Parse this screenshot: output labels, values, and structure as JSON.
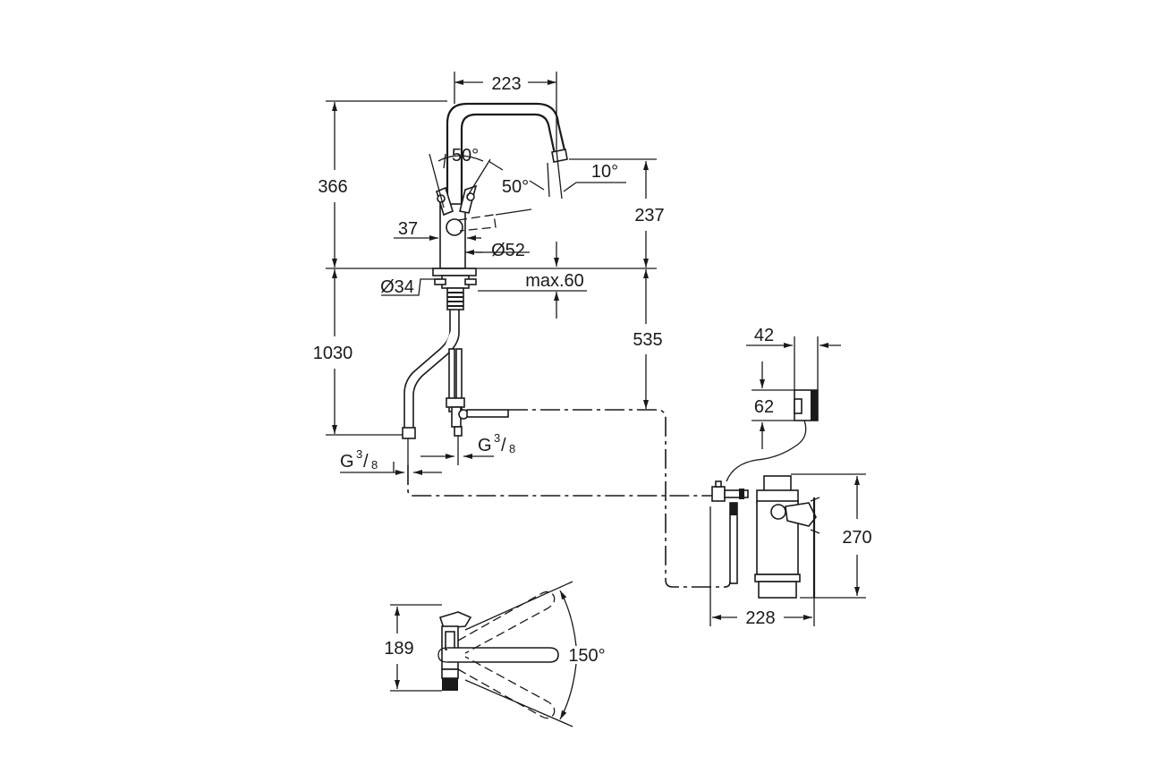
{
  "dimensions": {
    "spout_reach": "223",
    "overall_height": "366",
    "lever_angle_1": "50°",
    "lever_angle_2": "50°",
    "spout_angle": "10°",
    "outlet_height": "237",
    "lever_offset": "37",
    "base_diameter": "Ø52",
    "hole_diameter": "Ø34",
    "max_thickness": "max.60",
    "hose_length_total": "1030",
    "hose_length_connector": "535",
    "thread_left_main": "G",
    "thread_left_num": "3",
    "thread_left_den": "8",
    "thread_right_main": "G",
    "thread_right_num": "3",
    "thread_right_den": "8",
    "box_width": "42",
    "box_height": "62",
    "filter_height": "270",
    "filter_width": "228",
    "top_view_height": "189",
    "swivel_angle": "150°"
  }
}
